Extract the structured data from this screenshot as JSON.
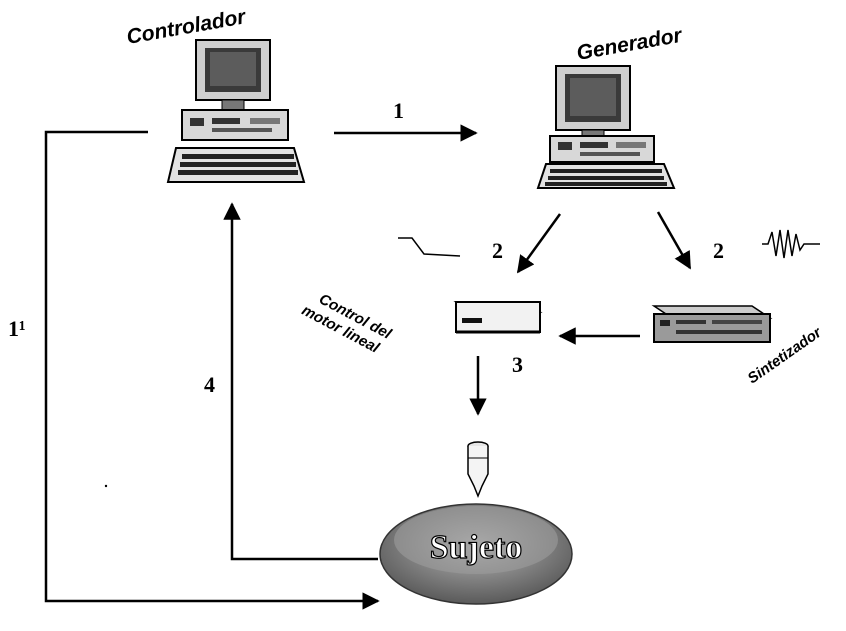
{
  "nodes": {
    "controller": "Controlador",
    "generator": "Generador",
    "motor_control_line1": "Control del",
    "motor_control_line2": "motor lineal",
    "synthesizer": "Sintetizador",
    "subject": "Sujeto"
  },
  "arrows": {
    "a1": "1",
    "a2_left": "2",
    "a2_right": "2",
    "a3": "3",
    "a4": "4",
    "a1_prime": "1¹"
  },
  "colors": {
    "ink": "#000000",
    "screen": "#3a3a3a",
    "case": "#d8d8d8",
    "subject_fill": "#8a8a8a"
  },
  "icons": [
    "computer-icon",
    "computer-icon",
    "motor-controller-icon",
    "synthesizer-icon",
    "stimulator-probe-icon",
    "subject-icon",
    "sine-wave-icon",
    "step-signal-icon"
  ]
}
